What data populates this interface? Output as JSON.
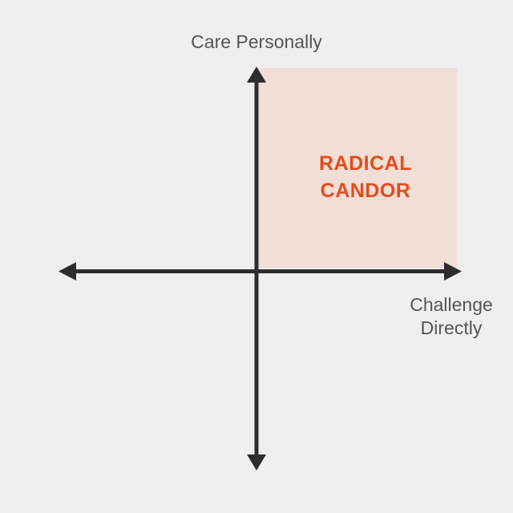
{
  "diagram": {
    "type": "quadrant-chart",
    "framework": "Radical Candor",
    "y_axis": {
      "label": "Care Personally",
      "direction": "vertical"
    },
    "x_axis": {
      "label_line1": "Challenge",
      "label_line2": "Directly",
      "direction": "horizontal"
    },
    "highlighted_quadrant": {
      "position": "top-right",
      "label_line1": "RADICAL",
      "label_line2": "CANDOR"
    },
    "colors": {
      "background": "#efeff0",
      "quadrant_fill": "#f1ded7",
      "axis": "#2d2d2e",
      "axis_label_text": "#54555b",
      "quadrant_label_text": "#e64b1a"
    }
  }
}
